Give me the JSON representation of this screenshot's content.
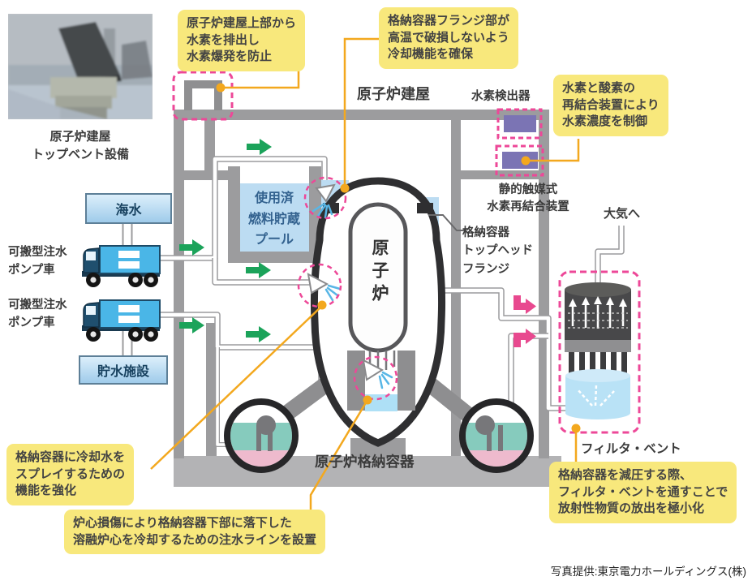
{
  "photo": {
    "caption": "原子炉建屋\nトップベント設備"
  },
  "callouts": {
    "top_vent": "原子炉建屋上部から\n水素を排出し\n水素爆発を防止",
    "flange_cooling": "格納容器フランジ部が\n高温で破損しないよう\n冷却機能を確保",
    "recombiner": "水素と酸素の\n再結合装置により\n水素濃度を制御",
    "spray": "格納容器に冷却水を\nスプレイするための\n機能を強化",
    "corium": "炉心損傷により格納容器下部に落下した\n溶融炉心を冷却するための注水ラインを設置",
    "filter_vent": "格納容器を減圧する際、\nフィルタ・ベントを通すことで\n放射性物質の放出を極小化"
  },
  "labels": {
    "reactor_building": "原子炉建屋",
    "hydrogen_detector": "水素検出器",
    "recombiner_device": "静的触媒式\n水素再結合装置",
    "to_atmosphere": "大気へ",
    "seawater": "海水",
    "pump_truck_1": "可搬型注水\nポンプ車",
    "pump_truck_2": "可搬型注水\nポンプ車",
    "water_storage": "貯水施設",
    "spent_fuel_pool": "使用済\n燃料貯蔵\nプール",
    "reactor": "原子炉",
    "top_head_flange": "格納容器\nトップヘッド\nフランジ",
    "containment_vessel": "原子炉格納容器",
    "filter_vent": "フィルタ・ベント",
    "credit": "写真提供:東京電力ホールディングス(株)"
  },
  "colors": {
    "callout_yellow": "#f8e87c",
    "highlight_pink": "#ed4898",
    "connector_orange": "#f3a81e",
    "flow_green": "#1ba35a",
    "vent_flow_pink": "#e8498f",
    "water_blue": "#bcdcf2",
    "equipment_purple": "#7b74b4",
    "wall_gray": "#9c9c9e"
  }
}
